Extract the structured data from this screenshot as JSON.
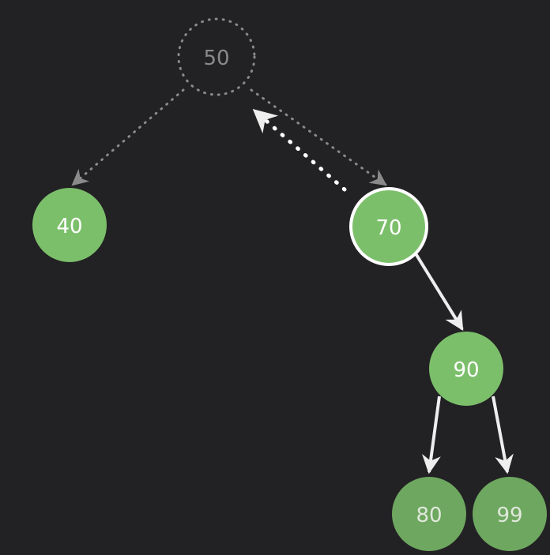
{
  "nodes": {
    "n50": {
      "label": "50",
      "state": "removed"
    },
    "n40": {
      "label": "40",
      "state": "normal"
    },
    "n70": {
      "label": "70",
      "state": "highlighted"
    },
    "n90": {
      "label": "90",
      "state": "normal"
    },
    "n80": {
      "label": "80",
      "state": "dim"
    },
    "n99": {
      "label": "99",
      "state": "dim"
    }
  },
  "edges": [
    {
      "from": "n50",
      "to": "n40",
      "style": "dotted-gray"
    },
    {
      "from": "n50",
      "to": "n70",
      "style": "dotted-gray"
    },
    {
      "from": "n70",
      "to": "n50",
      "style": "dotted-white-bold"
    },
    {
      "from": "n70",
      "to": "n90",
      "style": "solid-white"
    },
    {
      "from": "n90",
      "to": "n80",
      "style": "solid-white"
    },
    {
      "from": "n90",
      "to": "n99",
      "style": "solid-white"
    }
  ],
  "colors": {
    "background": "#222124",
    "node_fill": "#7cbf6b",
    "node_fill_dim": "#6ea75f",
    "node_text": "#ffffff",
    "node_text_dim": "#e0e8dc",
    "removed_outline": "#8a8a8a",
    "removed_text": "#8a8a8a",
    "edge_gray": "#8a8a8a",
    "edge_white": "#eeeeee"
  }
}
